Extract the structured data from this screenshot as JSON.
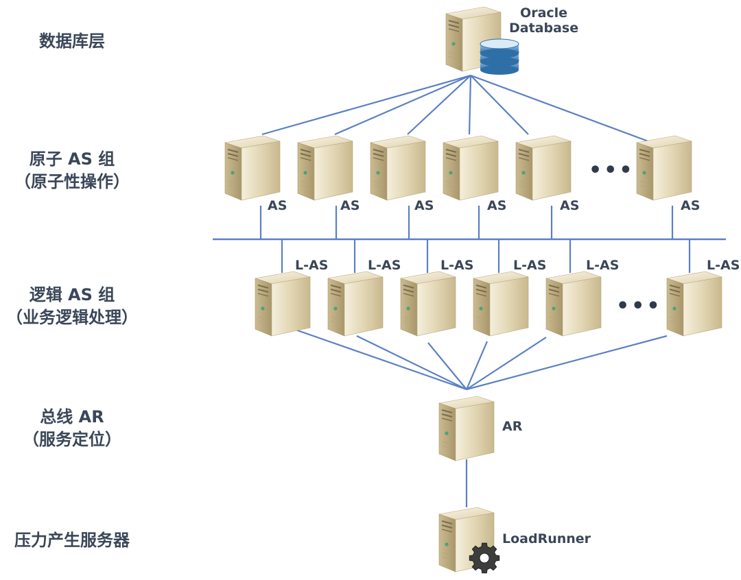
{
  "layers": {
    "database": "数据库层",
    "atomic": [
      "原子 AS 组",
      "（原子性操作）"
    ],
    "logic": [
      "逻辑 AS 组",
      "（业务逻辑处理）"
    ],
    "bus": [
      "总线 AR",
      "（服务定位）"
    ],
    "load": "压力产生服务器"
  },
  "servers": {
    "database": [
      "Oracle",
      "Database"
    ],
    "atomic_label": "AS",
    "logic_label": "L-AS",
    "bus": "AR",
    "load": "LoadRunner",
    "ellipsis": "•••"
  },
  "colors": {
    "line": "#5b7fc4",
    "label": "#3a4658"
  }
}
